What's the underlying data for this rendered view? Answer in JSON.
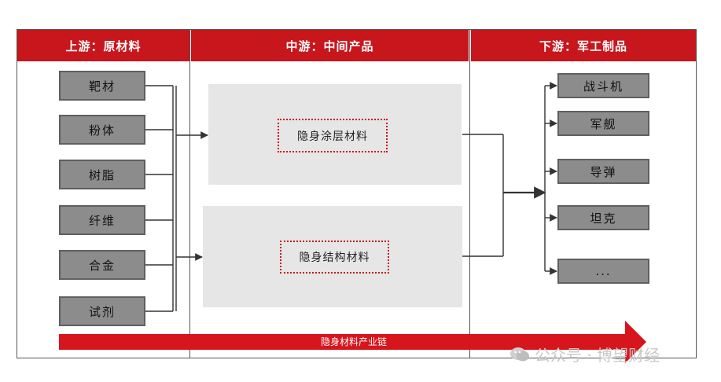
{
  "headers": {
    "upstream": "上游：原材料",
    "midstream": "中游：中间产品",
    "downstream": "下游：军工制品"
  },
  "upstream_items": [
    "靶材",
    "粉体",
    "树脂",
    "纤维",
    "合金",
    "试剂"
  ],
  "midstream_items": [
    "隐身涂层材料",
    "隐身结构材料"
  ],
  "downstream_items": [
    "战斗机",
    "军舰",
    "导弹",
    "坦克",
    "..."
  ],
  "footer_arrow_label": "隐身材料产业链",
  "watermark": "公众号 · 博望财经",
  "colors": {
    "header_red": "#c8161d",
    "box_gray": "#8c8c8c",
    "panel_gray": "#e6e6e6"
  }
}
